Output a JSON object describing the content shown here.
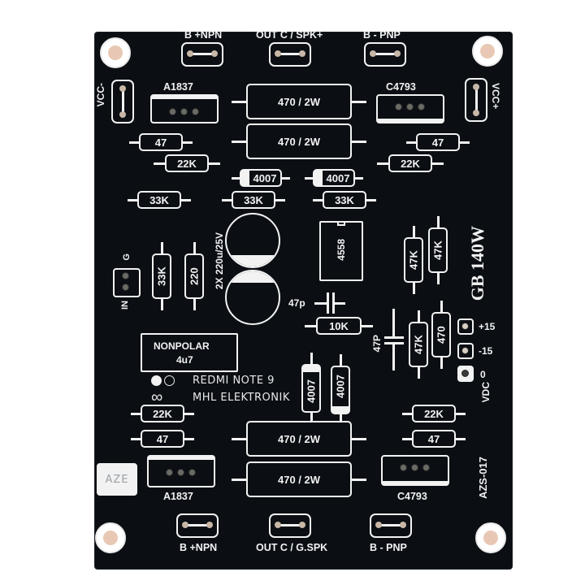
{
  "board": {
    "title": "GB 140W",
    "model": "AZS-017",
    "logo": "AZE",
    "colors": {
      "pcb": "#0b0f14",
      "silkscreen": "#f2f2f2",
      "pad": "#6b6b66",
      "background": "#ffffff"
    }
  },
  "top_connectors": [
    {
      "label": "B +NPN"
    },
    {
      "label": "OUT C / SPK+"
    },
    {
      "label": "B - PNP"
    }
  ],
  "bottom_connectors": [
    {
      "label": "B +NPN"
    },
    {
      "label": "OUT C / G.SPK"
    },
    {
      "label": "B - PNP"
    }
  ],
  "supply": {
    "vcc_minus": "VCC-",
    "vcc_plus": "VCC+"
  },
  "transistors": {
    "top_left": "A1837",
    "top_right": "C4793",
    "bottom_left": "A1837",
    "bottom_right": "C4793"
  },
  "resistors": {
    "power_top_1": "470 / 2W",
    "power_top_2": "470 / 2W",
    "power_bottom_1": "470 / 2W",
    "power_bottom_2": "470 / 2W",
    "r47_tl": "47",
    "r47_tr": "47",
    "r22k_tl": "22K",
    "r22k_tr": "22K",
    "r33k_left": "33K",
    "r33k_mid": "33K",
    "r33k_right": "33K",
    "r33k_input": "33K",
    "r220": "220",
    "r47k_a": "47K",
    "r47k_b": "47K",
    "r10k": "10K",
    "r47k_c": "47K",
    "r470": "470",
    "r22k_bl": "22K",
    "r47_bl": "47",
    "r22k_br": "22K",
    "r47_br": "47"
  },
  "diodes": {
    "d1": "4007",
    "d2": "4007",
    "d3": "4007",
    "d4": "4007"
  },
  "ic": {
    "label": "4558"
  },
  "capacitors": {
    "electrolytic": "2X 220u/25V",
    "c47p_a": "47p",
    "c47p_b": "47P",
    "nonpolar_line1": "NONPOLAR",
    "nonpolar_line2": "4u7"
  },
  "input": {
    "in": "IN",
    "g": "G"
  },
  "power_header": {
    "p15": "+15",
    "m15": "-15",
    "zero": "0",
    "vdc": "VDC"
  },
  "watermark": {
    "line1": "REDMI NOTE 9",
    "line2": "MHL ELEKTRONIK"
  }
}
